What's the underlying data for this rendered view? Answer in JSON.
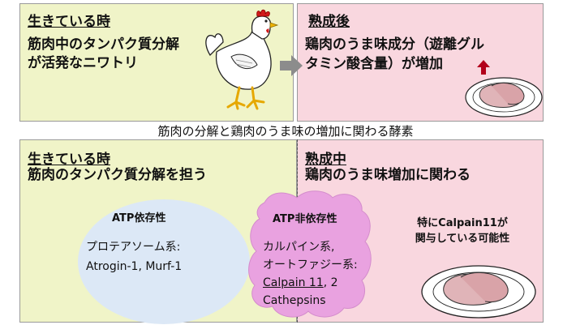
{
  "top_left": {
    "heading": "生きている時",
    "lines": [
      "筋肉中のタンパク質分解",
      "が活発なニワトリ"
    ]
  },
  "top_right": {
    "heading": "熟成後",
    "lines": [
      "鶏肉のうま味成分（遊離グル",
      "タミン酸含量）が増加"
    ]
  },
  "center_title": "筋肉の分解と鶏肉のうま味の増加に関わる酵素",
  "bottom_left": {
    "heading": "生きている時",
    "subheading": "筋肉のタンパク質分解を担う"
  },
  "bottom_right": {
    "heading": "熟成中",
    "subheading": "鶏肉のうま味増加に関わる"
  },
  "atp_dependent": {
    "title": "ATP依存性",
    "lines": [
      "プロテアソーム系:",
      "Atrogin-1, Murf-1"
    ]
  },
  "atp_independent": {
    "title": "ATP非依存性",
    "line1": "カルパイン系,",
    "line2": "オートファジー系:",
    "line3_underlined": "Calpain 11",
    "line3_rest": ", 2",
    "line4": "Cathepsins"
  },
  "possibility": [
    "特にCalpain11が",
    "関与している可能性"
  ],
  "colors": {
    "panel_yellow": "#f0f4c8",
    "panel_pink": "#f9d7df",
    "ellipse_blue": "#dce8f6",
    "cloud_pink": "#e9a2e0",
    "up_arrow": "#b3001b",
    "gray_arrow": "#8c8c8c"
  },
  "icons": [
    "chicken-illustration",
    "meat-plate",
    "right-arrow-icon",
    "up-arrow-icon"
  ]
}
